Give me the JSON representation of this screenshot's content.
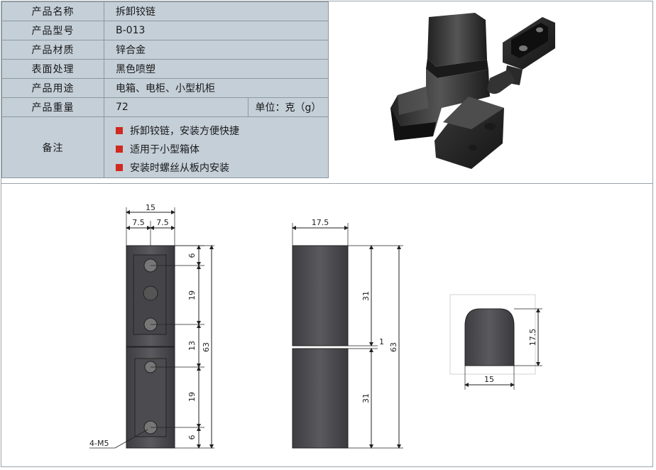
{
  "spec_table": {
    "rows": [
      {
        "label": "产品名称",
        "value": "拆卸铰链"
      },
      {
        "label": "产品型号",
        "value": "B-013"
      },
      {
        "label": "产品材质",
        "value": "锌合金"
      },
      {
        "label": "表面处理",
        "value": "黑色喷塑"
      },
      {
        "label": "产品用途",
        "value": "电箱、电柜、小型机柜"
      }
    ],
    "weight": {
      "label": "产品重量",
      "value": "72",
      "unit": "单位：克（g）"
    },
    "notes": {
      "label": "备注",
      "items": [
        "拆卸铰链，安装方便快捷",
        "适用于小型箱体",
        "安装时螺丝从板内安装"
      ]
    }
  },
  "drawing": {
    "front_view": {
      "width_total": "15",
      "width_half_left": "7.5",
      "width_half_right": "7.5",
      "dim_top": "6",
      "dim_upper": "19",
      "dim_mid": "13",
      "dim_lower": "19",
      "dim_bottom": "6",
      "dim_height": "63",
      "callout": "4-M5"
    },
    "side_view": {
      "width": "17.5",
      "dim_upper": "31",
      "dim_gap": "1",
      "dim_lower": "31",
      "dim_height": "63"
    },
    "end_view": {
      "width": "15",
      "height": "17.5"
    }
  },
  "colors": {
    "table_bg": "#c4cfd8",
    "bullet": "#d0291f",
    "part_fill": "#4a4a4e"
  }
}
